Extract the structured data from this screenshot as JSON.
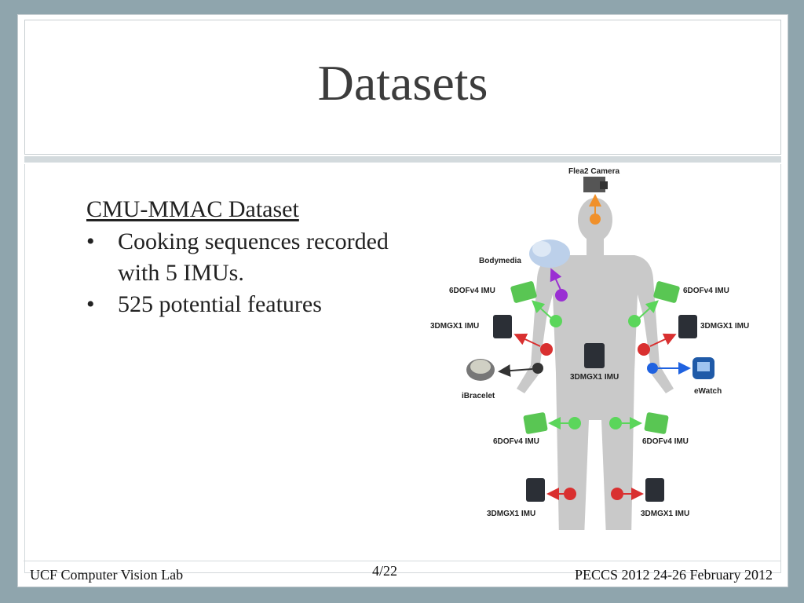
{
  "slide": {
    "title": "Datasets",
    "heading": "CMU-MMAC Dataset",
    "bullets": [
      {
        "symbol": "•",
        "text": "Cooking sequences recorded with 5  IMUs."
      },
      {
        "symbol": "•",
        "text": "525 potential features"
      }
    ]
  },
  "figure": {
    "labels": {
      "camera": "Flea2 Camera",
      "bodymedia": "Bodymedia",
      "dof_left_arm": "6DOFv4 IMU",
      "dof_right_arm": "6DOFv4 IMU",
      "mgx_left_arm": "3DMGX1 IMU",
      "mgx_right_arm": "3DMGX1 IMU",
      "mgx_torso": "3DMGX1 IMU",
      "ibracelet": "iBracelet",
      "ewatch": "eWatch",
      "dof_left_leg": "6DOFv4 IMU",
      "dof_right_leg": "6DOFv4 IMU",
      "mgx_left_leg": "3DMGX1 IMU",
      "mgx_right_leg": "3DMGX1 IMU"
    },
    "colors": {
      "body": "#c9c9c9",
      "green": "#5bd65b",
      "red": "#d93030",
      "purple": "#9a2fd3",
      "blue": "#1f62e0",
      "orange": "#f0902a",
      "dark": "#333333"
    }
  },
  "footer": {
    "left": "UCF Computer Vision Lab",
    "center": "4/22",
    "right": "PECCS 2012 24-26 February 2012"
  }
}
